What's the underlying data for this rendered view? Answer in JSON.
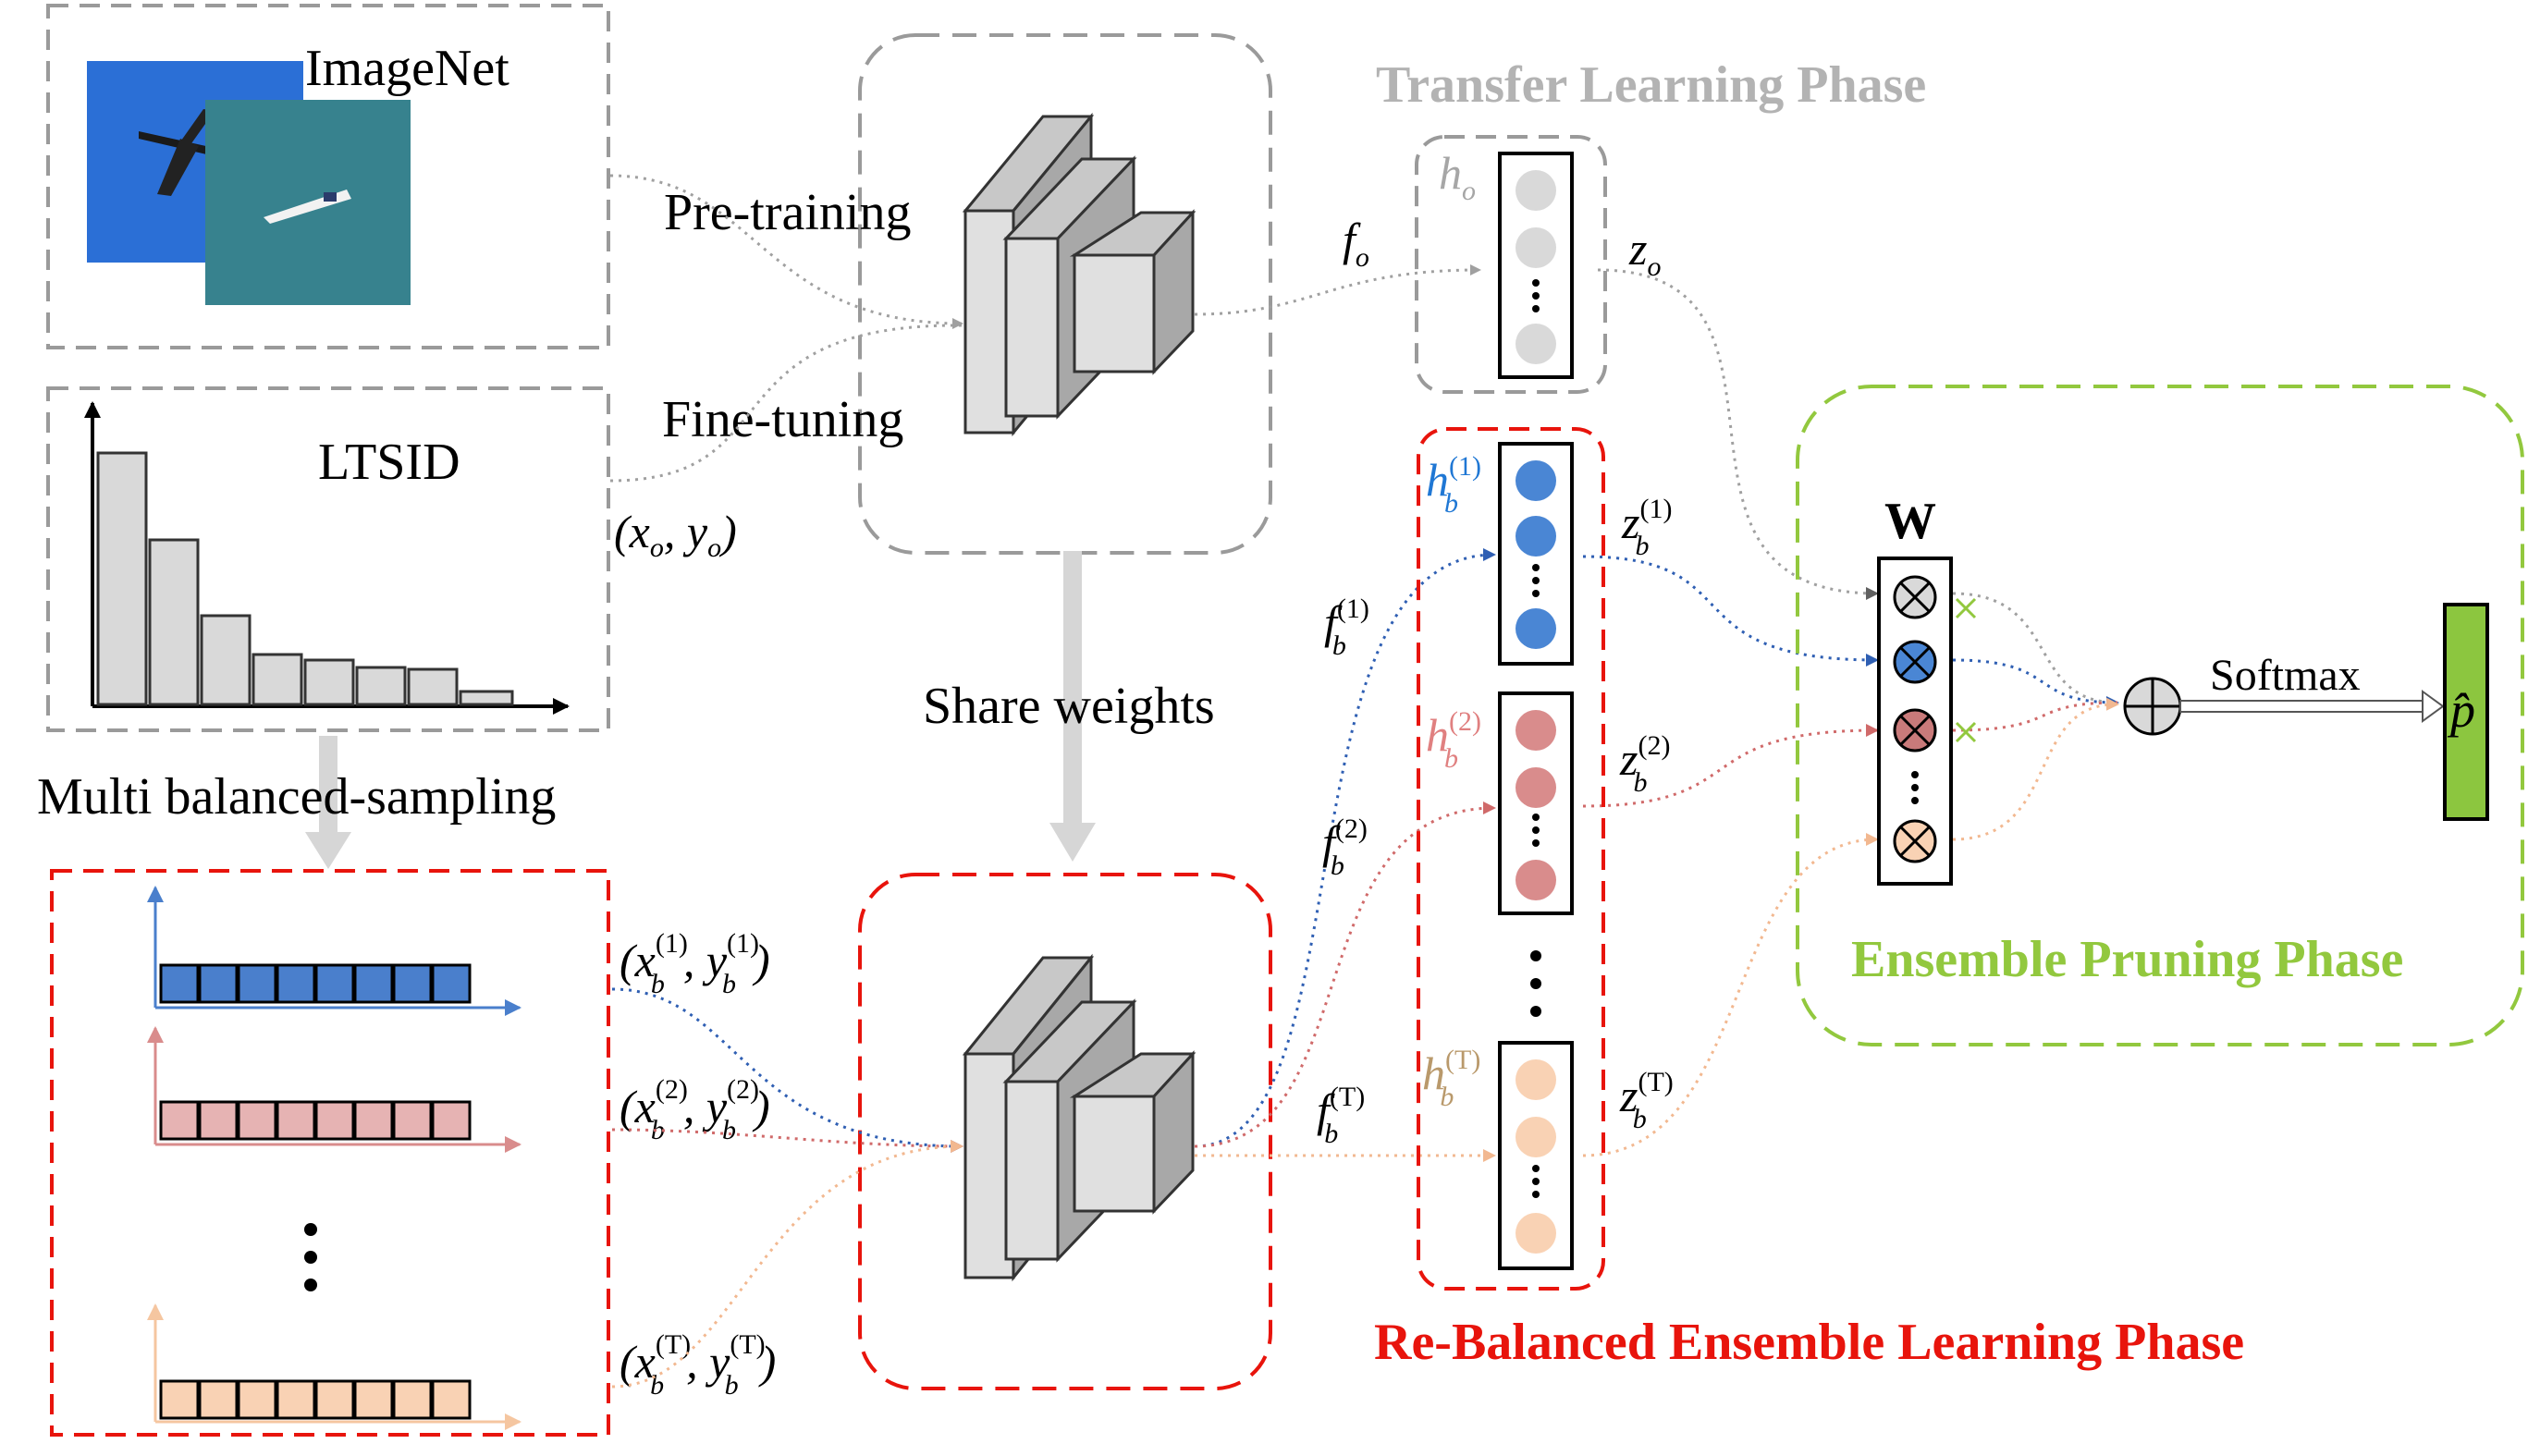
{
  "labels": {
    "imagenet": "ImageNet",
    "ltsid": "LTSID",
    "pretraining": "Pre-training",
    "finetuning": "Fine-tuning",
    "share_weights": "Share weights",
    "multi_sampling": "Multi balanced-sampling",
    "softmax": "Softmax",
    "weight_w": "W",
    "ellipsis": "⋮"
  },
  "phases": {
    "transfer": "Transfer Learning Phase",
    "ensemble_pruning": "Ensemble Pruning Phase",
    "rebalanced": "Re-Balanced Ensemble Learning Phase"
  },
  "math": {
    "xo_yo": "(xₒ, yₒ)",
    "f_o": "f",
    "f_o_sub": "o",
    "h_o": "h",
    "h_o_sub": "o",
    "z_o": "z",
    "z_o_sub": "o",
    "f_b": "f",
    "h_b": "h",
    "z_b": "z",
    "b_sub": "b",
    "sup_1": "(1)",
    "sup_2": "(2)",
    "sup_T": "(T)",
    "x_b": "x",
    "y_b": "y",
    "p_hat": "p̂"
  },
  "colors": {
    "gray": "#b3b3b3",
    "gray_text": "#a6a6a6",
    "red": "#e8140c",
    "green": "#92c83e",
    "blue": "#4a7fcc",
    "pink": "#d98c8c",
    "peach": "#f5c6a0",
    "blue_text": "#1f77d4",
    "pink_text": "#e08080",
    "tan_text": "#b9996b",
    "bar_gray": "#d9d9d9",
    "output_green": "#8cc63f"
  },
  "icons": [
    "airplane-photo",
    "boat-photo",
    "cross-circle-icon",
    "plus-circle-icon"
  ]
}
